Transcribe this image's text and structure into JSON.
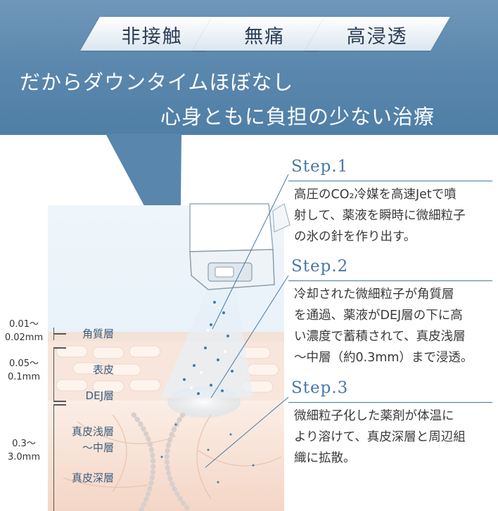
{
  "header": {
    "tags": [
      "非接触",
      "無痛",
      "高浸透"
    ],
    "headline_line1": "だからダウンタイムほぼなし",
    "headline_line2": "心身ともに負担の少ない治療"
  },
  "layers": {
    "labels": [
      "角質層",
      "表皮",
      "DEJ層",
      "真皮浅層",
      "〜中層",
      "真皮深層"
    ],
    "depths": [
      {
        "line1": "0.01〜",
        "line2": "0.02mm"
      },
      {
        "line1": "0.05〜",
        "line2": "0.1mm"
      },
      {
        "line1": "0.3〜",
        "line2": "3.0mm"
      }
    ]
  },
  "steps": [
    {
      "title": "Step.1",
      "lines": [
        "高圧のCO₂冷媒を高速Jetで噴",
        "射して、薬液を瞬時に微細粒子",
        "の氷の針を作り出す。"
      ]
    },
    {
      "title": "Step.2",
      "lines": [
        "冷却された微細粒子が角質層",
        "を通過、薬液がDEJ層の下に高",
        "い濃度で蓄積されて、真皮浅層",
        "〜中層（約0.3mm）まで浸透。"
      ]
    },
    {
      "title": "Step.3",
      "lines": [
        "微細粒子化した薬剤が体温に",
        "より溶けて、真皮深層と周辺組",
        "織に拡散。"
      ]
    }
  ],
  "colors": {
    "header": "#5986ad",
    "step_accent": "#4878a6",
    "skin": "#f6dccf"
  }
}
